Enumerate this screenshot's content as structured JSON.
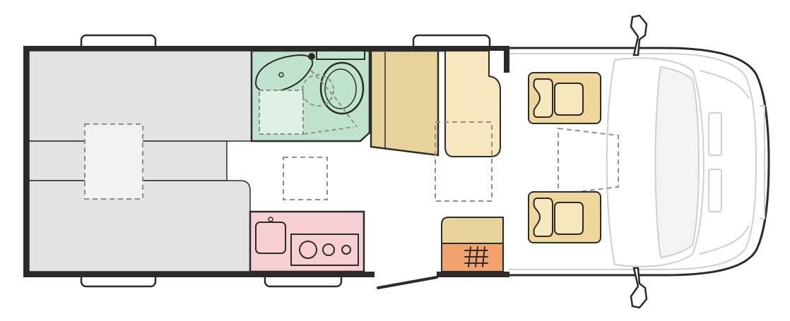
{
  "colors": {
    "wall": "#2b2b2b",
    "outline": "#2b2b2b",
    "bed": "#e3e3e5",
    "bathroom": "#bfe3cc",
    "kitchen": "#f6cfd2",
    "cabinet": "#e8d39a",
    "seat_light": "#f7e7bd",
    "seat_frame": "#efd79c",
    "heater": "#f2a36d",
    "dash": "#8f8f8f",
    "cab_line": "#cfcfd3",
    "white": "#ffffff"
  },
  "zones": [
    {
      "id": "rear-bed",
      "icon": "bed-icon"
    },
    {
      "id": "bathroom",
      "icon": "toilet-icon"
    },
    {
      "id": "kitchen",
      "icon": "stove-icon"
    },
    {
      "id": "wardrobe",
      "icon": "wardrobe-icon"
    },
    {
      "id": "dinette-bench",
      "icon": "seat-icon"
    },
    {
      "id": "cab-seats",
      "icon": "captain-chair-icon"
    },
    {
      "id": "heater",
      "icon": "heater-icon"
    }
  ]
}
